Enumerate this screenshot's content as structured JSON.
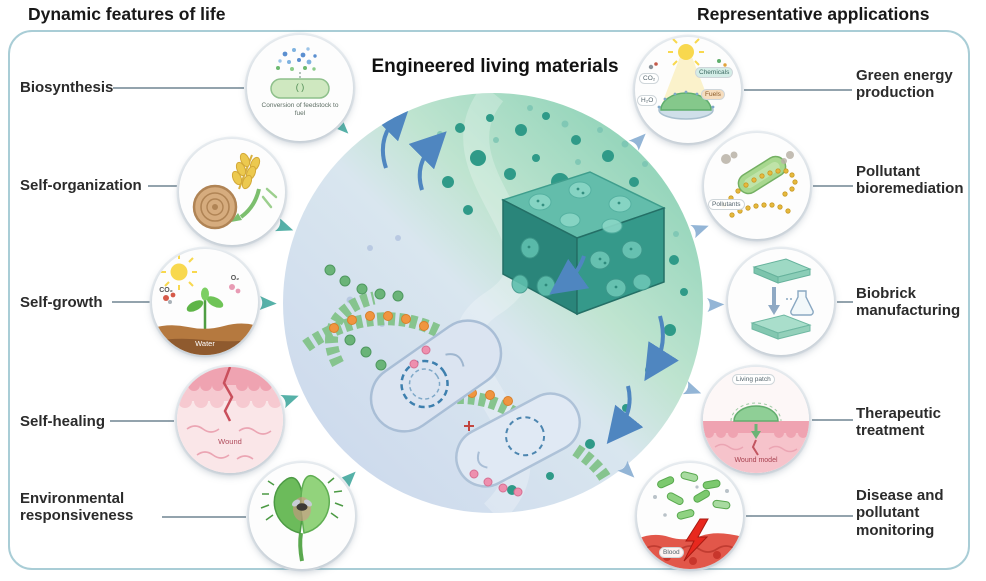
{
  "titles": {
    "left": "Dynamic features of life",
    "right": "Representative applications",
    "center": "Engineered living materials"
  },
  "left_items": [
    {
      "label": "Biosynthesis",
      "glyph": "( )",
      "caption": "Conversion of feedstock to fuel"
    },
    {
      "label": "Self-organization"
    },
    {
      "label": "Self-growth",
      "co2": "CO₂",
      "o2": "O₂",
      "water": "Water"
    },
    {
      "label": "Self-healing",
      "caption": "Wound"
    },
    {
      "label": "Environmental responsiveness"
    }
  ],
  "right_items": [
    {
      "label": "Green energy production",
      "co2": "CO₂",
      "h2o": "H₂O",
      "chemicals": "Chemicals",
      "fuels": "Fuels"
    },
    {
      "label": "Pollutant bioremediation",
      "caption": "Pollutants"
    },
    {
      "label": "Biobrick manufacturing"
    },
    {
      "label": "Therapeutic treatment",
      "patch": "Living patch",
      "wound": "Wound model"
    },
    {
      "label": "Disease and pollutant monitoring",
      "caption": "Blood"
    }
  ],
  "colors": {
    "frame": "#a9cdd6",
    "left_arrow": "#56b1a8",
    "right_arrow": "#93b5d6",
    "material_teal": "#2e8d82",
    "circle_blue": "#c9d6ec",
    "circle_green": "#7bccae"
  }
}
